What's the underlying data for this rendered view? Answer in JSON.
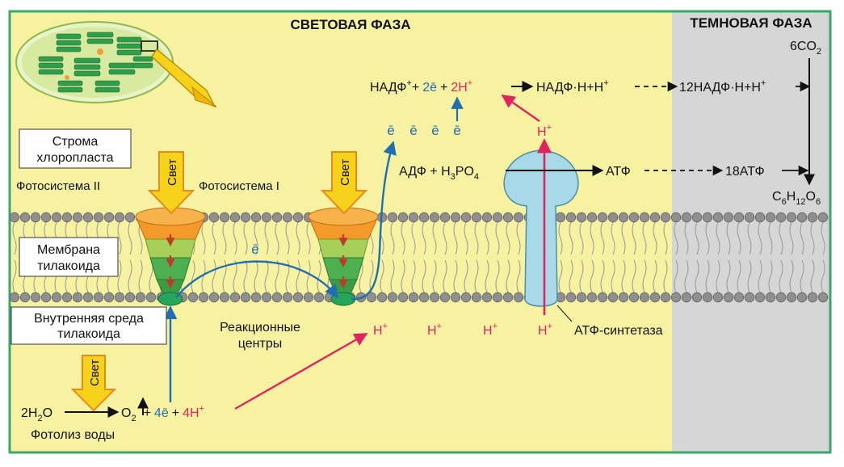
{
  "colors": {
    "light_phase_bg": "#f7f2a2",
    "dark_phase_bg": "#d6d6d6",
    "frame": "#3aa86b",
    "electron_blue": "#1f6fb2",
    "proton_red": "#e0245e",
    "light_yellow": "#f7d21a",
    "light_arrow_border": "#e98b1c",
    "ps_orange": "#f39a2b",
    "ps_green_light": "#8ec63f",
    "ps_green": "#3fa535",
    "atp_synthase": "#a8d9e8",
    "membrane_head": "#8f8f8f"
  },
  "phases": {
    "light_title": "СВЕТОВАЯ ФАЗА",
    "dark_title": "ТЕМНОВАЯ ФАЗА"
  },
  "labels": {
    "stroma": [
      "Строма",
      "хлоропласта"
    ],
    "membrane": [
      "Мембрана",
      "тилакоида"
    ],
    "lumen": [
      "Внутренняя среда",
      "тилакоида"
    ],
    "photosystem2": "Фотосистема II",
    "photosystem1": "Фотосистема I",
    "reaction_centers": [
      "Реакционные",
      "центры"
    ],
    "atp_synthase": "АТФ-синтетаза",
    "photolysis": "Фотолиз воды",
    "light": "Свет"
  },
  "light_arrows": [
    "ps2",
    "ps1",
    "photolysis"
  ],
  "icons": {
    "chloroplast": "chloroplast-icon",
    "zoom_arrow": "zoom-arrow-icon"
  },
  "equations": {
    "nadp": {
      "nadp": "НАДФ",
      "nadp_sup": "+",
      "plus1": "+",
      "electrons": "2ē",
      "plus2": "+",
      "protons": "2H",
      "protons_sup": "+",
      "product": "НАДФ·H+H",
      "product_sup": "+",
      "total": "12НАДФ·H+H",
      "total_sup": "+"
    },
    "electrons_row": [
      "ē",
      "ē",
      "ē",
      "ē"
    ],
    "stroma_proton": {
      "text": "H",
      "sup": "+"
    },
    "atp": {
      "adp": "АДФ + H",
      "h_sub": "3",
      "po": "PO",
      "po_sub": "4",
      "product": "АТФ",
      "total": "18АТФ"
    },
    "co2": {
      "text": "6CO",
      "sub": "2"
    },
    "glucose": {
      "c": "C",
      "c_sub": "6",
      "h": "H",
      "h_sub": "12",
      "o": "O",
      "o_sub": "6"
    },
    "membrane_electron": "ē",
    "lumen_protons": [
      {
        "text": "H",
        "sup": "+"
      },
      {
        "text": "H",
        "sup": "+"
      },
      {
        "text": "H",
        "sup": "+"
      },
      {
        "text": "H",
        "sup": "+"
      }
    ],
    "photolysis": {
      "water": "2H",
      "water_sub": "2",
      "water_o": "O",
      "oxygen": "O",
      "oxygen_sub": "2",
      "plus1": "+",
      "electrons": "4ē",
      "plus2": "+",
      "protons": "4H",
      "protons_sup": "+"
    }
  }
}
